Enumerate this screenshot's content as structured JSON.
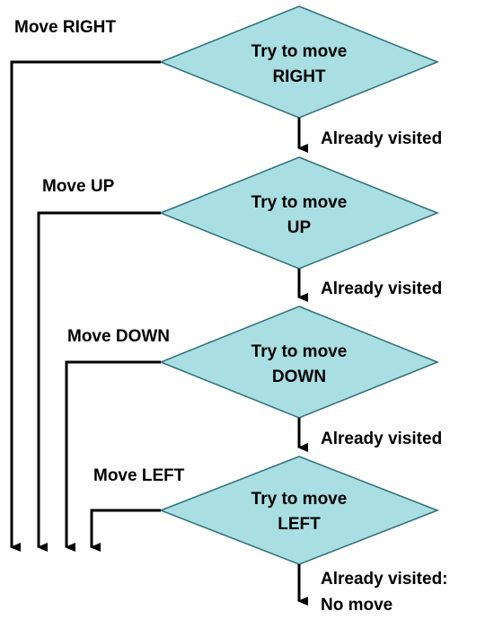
{
  "diagram": {
    "decisions": [
      {
        "line1": "Try to move",
        "line2": "RIGHT",
        "move_label": "Move RIGHT",
        "fail_label": "Already visited"
      },
      {
        "line1": "Try to move",
        "line2": "UP",
        "move_label": "Move UP",
        "fail_label": "Already visited"
      },
      {
        "line1": "Try to move",
        "line2": "DOWN",
        "move_label": "Move DOWN",
        "fail_label": "Already visited"
      },
      {
        "line1": "Try to move",
        "line2": "LEFT",
        "move_label": "Move LEFT",
        "fail_label": "Already visited:"
      }
    ],
    "final_label_2": "No move",
    "colors": {
      "diamond_fill": "#a9dfe3",
      "diamond_stroke": "#2e6f7a",
      "line": "#000000"
    }
  }
}
